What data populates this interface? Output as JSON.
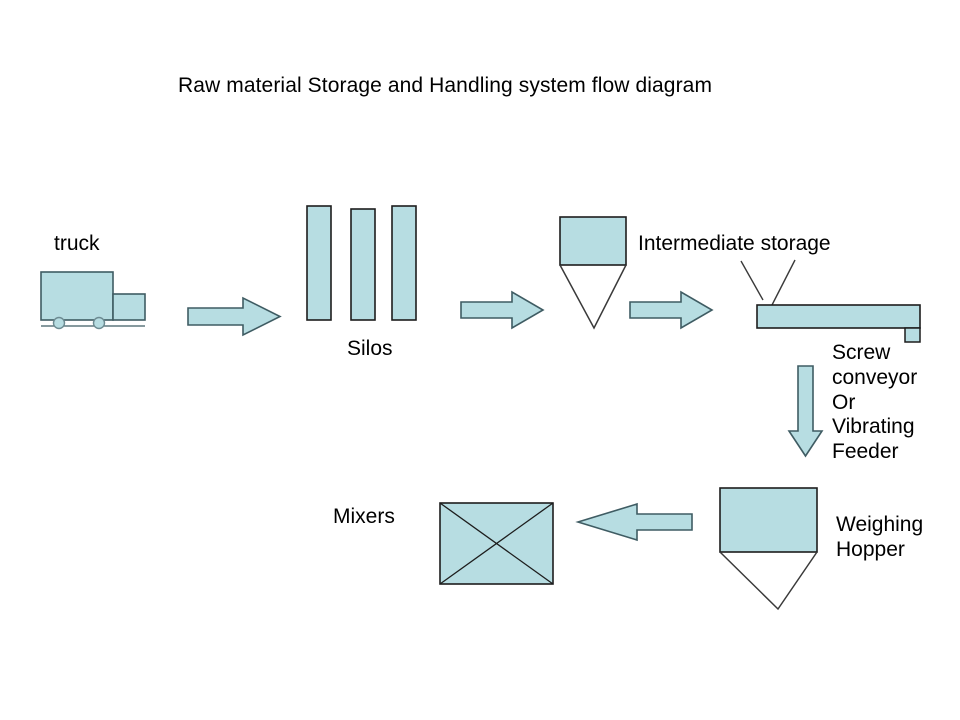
{
  "diagram": {
    "title": "Raw material Storage and Handling system flow diagram",
    "type": "process-flow-diagram",
    "background_color": "#ffffff",
    "fill_color": "#b7dde2",
    "stroke_color": "#3f5c63",
    "thin_stroke_color": "#3a3a3a",
    "text_color": "#000000"
  },
  "labels": {
    "truck": "truck",
    "silos": "Silos",
    "intermediate_storage": "Intermediate storage",
    "screw_conveyor": "Screw\nconveyor\nOr\nVibrating\nFeeder",
    "weighing_hopper": "Weighing\nHopper",
    "mixers": "Mixers"
  },
  "nodes": [
    {
      "id": "truck",
      "name": "truck",
      "shape": "truck",
      "label": "truck"
    },
    {
      "id": "silos",
      "name": "Silos",
      "shape": "three-vertical-bars",
      "count": 3,
      "label": "Silos"
    },
    {
      "id": "intermediate-storage",
      "name": "Intermediate storage",
      "shape": "hopper",
      "label": "Intermediate storage"
    },
    {
      "id": "screw-conveyor",
      "name": "Screw conveyor Or Vibrating Feeder",
      "shape": "horizontal-bar-with-spout",
      "label": "Screw conveyor Or Vibrating Feeder"
    },
    {
      "id": "weighing-hopper",
      "name": "Weighing Hopper",
      "shape": "hopper",
      "label": "Weighing Hopper"
    },
    {
      "id": "mixers",
      "name": "Mixers",
      "shape": "rectangle-with-cross",
      "label": "Mixers"
    }
  ],
  "arrows": [
    {
      "id": "arrow-truck-to-silos",
      "direction": "right",
      "from": "truck",
      "to": "silos"
    },
    {
      "id": "arrow-silos-to-intermediate",
      "direction": "right",
      "from": "silos",
      "to": "intermediate-storage"
    },
    {
      "id": "arrow-intermediate-to-conveyor",
      "direction": "right",
      "from": "intermediate-storage",
      "to": "screw-conveyor"
    },
    {
      "id": "arrow-conveyor-to-weighing",
      "direction": "down",
      "from": "screw-conveyor",
      "to": "weighing-hopper"
    },
    {
      "id": "arrow-weighing-to-mixers",
      "direction": "left",
      "from": "weighing-hopper",
      "to": "mixers"
    }
  ]
}
